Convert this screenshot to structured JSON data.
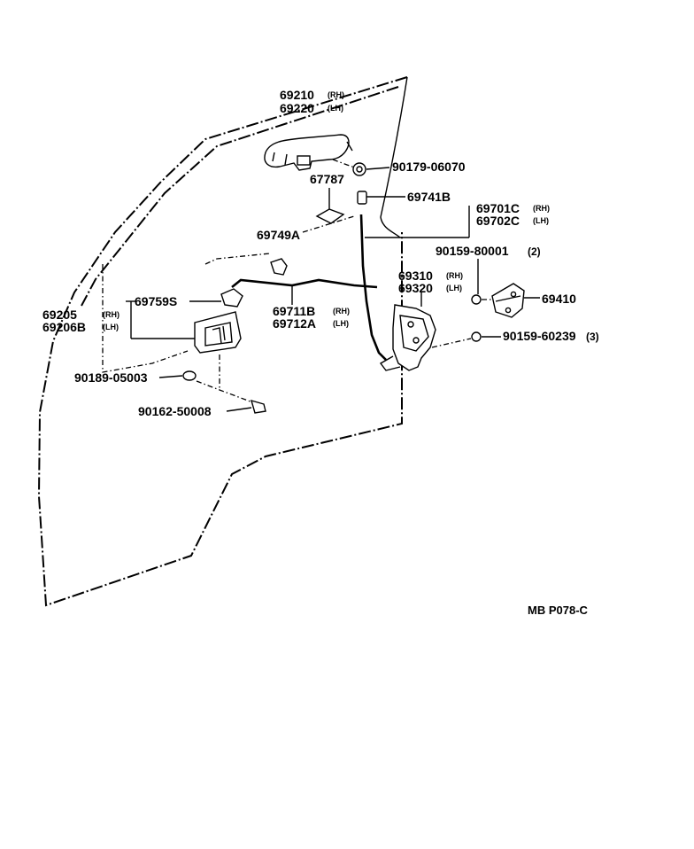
{
  "diagram": {
    "code": "MB P078-C",
    "callouts": {
      "c69210": {
        "part_no": "69210",
        "side": "(RH)"
      },
      "c69220": {
        "part_no": "69220",
        "side": "(LH)"
      },
      "c90179": {
        "part_no": "90179-06070"
      },
      "c67787": {
        "part_no": "67787"
      },
      "c69741B": {
        "part_no": "69741B"
      },
      "c69701C": {
        "part_no": "69701C",
        "side": "(RH)"
      },
      "c69702C": {
        "part_no": "69702C",
        "side": "(LH)"
      },
      "c69749A": {
        "part_no": "69749A"
      },
      "c90159_80001": {
        "part_no": "90159-80001",
        "qty": "(2)"
      },
      "c69310": {
        "part_no": "69310",
        "side": "(RH)"
      },
      "c69320": {
        "part_no": "69320",
        "side": "(LH)"
      },
      "c69410": {
        "part_no": "69410"
      },
      "c69759S": {
        "part_no": "69759S"
      },
      "c69205": {
        "part_no": "69205",
        "side": "(RH)"
      },
      "c69206B": {
        "part_no": "69206B",
        "side": "(LH)"
      },
      "c69711B": {
        "part_no": "69711B",
        "side": "(RH)"
      },
      "c69712A": {
        "part_no": "69712A",
        "side": "(LH)"
      },
      "c90159_60239": {
        "part_no": "90159-60239",
        "qty": "(3)"
      },
      "c90189": {
        "part_no": "90189-05003"
      },
      "c90162": {
        "part_no": "90162-50008"
      }
    }
  }
}
